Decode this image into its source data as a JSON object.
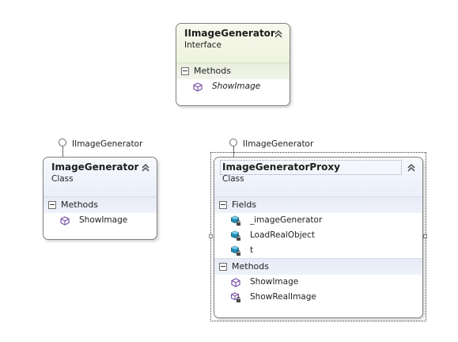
{
  "shapes": {
    "iimagegenerator": {
      "title": "IImageGenerator",
      "subtitle": "Interface",
      "sections": {
        "methods": {
          "label": "Methods",
          "items": [
            "ShowImage"
          ]
        }
      }
    },
    "imagegenerator": {
      "title": "ImageGenerator",
      "subtitle": "Class",
      "lollipop_label": "IImageGenerator",
      "sections": {
        "methods": {
          "label": "Methods",
          "items": [
            "ShowImage"
          ]
        }
      }
    },
    "imagegeneratorproxy": {
      "title": "ImageGeneratorProxy",
      "subtitle": "Class",
      "lollipop_label": "IImageGenerator",
      "sections": {
        "fields": {
          "label": "Fields",
          "items": [
            "_imageGenerator",
            "LoadRealObject",
            "t"
          ]
        },
        "methods": {
          "label": "Methods",
          "items": [
            "ShowImage",
            "ShowRealImage"
          ]
        }
      }
    }
  },
  "colors": {
    "border": "#7f7f7f",
    "interface_header": "#eef3dc",
    "class_header": "#eaeff9",
    "method_icon": "#7b4fa8",
    "field_icon": "#1f8fb8"
  },
  "icons": {
    "collapse": "chevron-up-double-icon",
    "method_public": "method-cube-icon",
    "method_private": "method-private-lock-icon",
    "field_private": "field-private-lock-icon",
    "section_toggle": "minus-box-icon"
  }
}
